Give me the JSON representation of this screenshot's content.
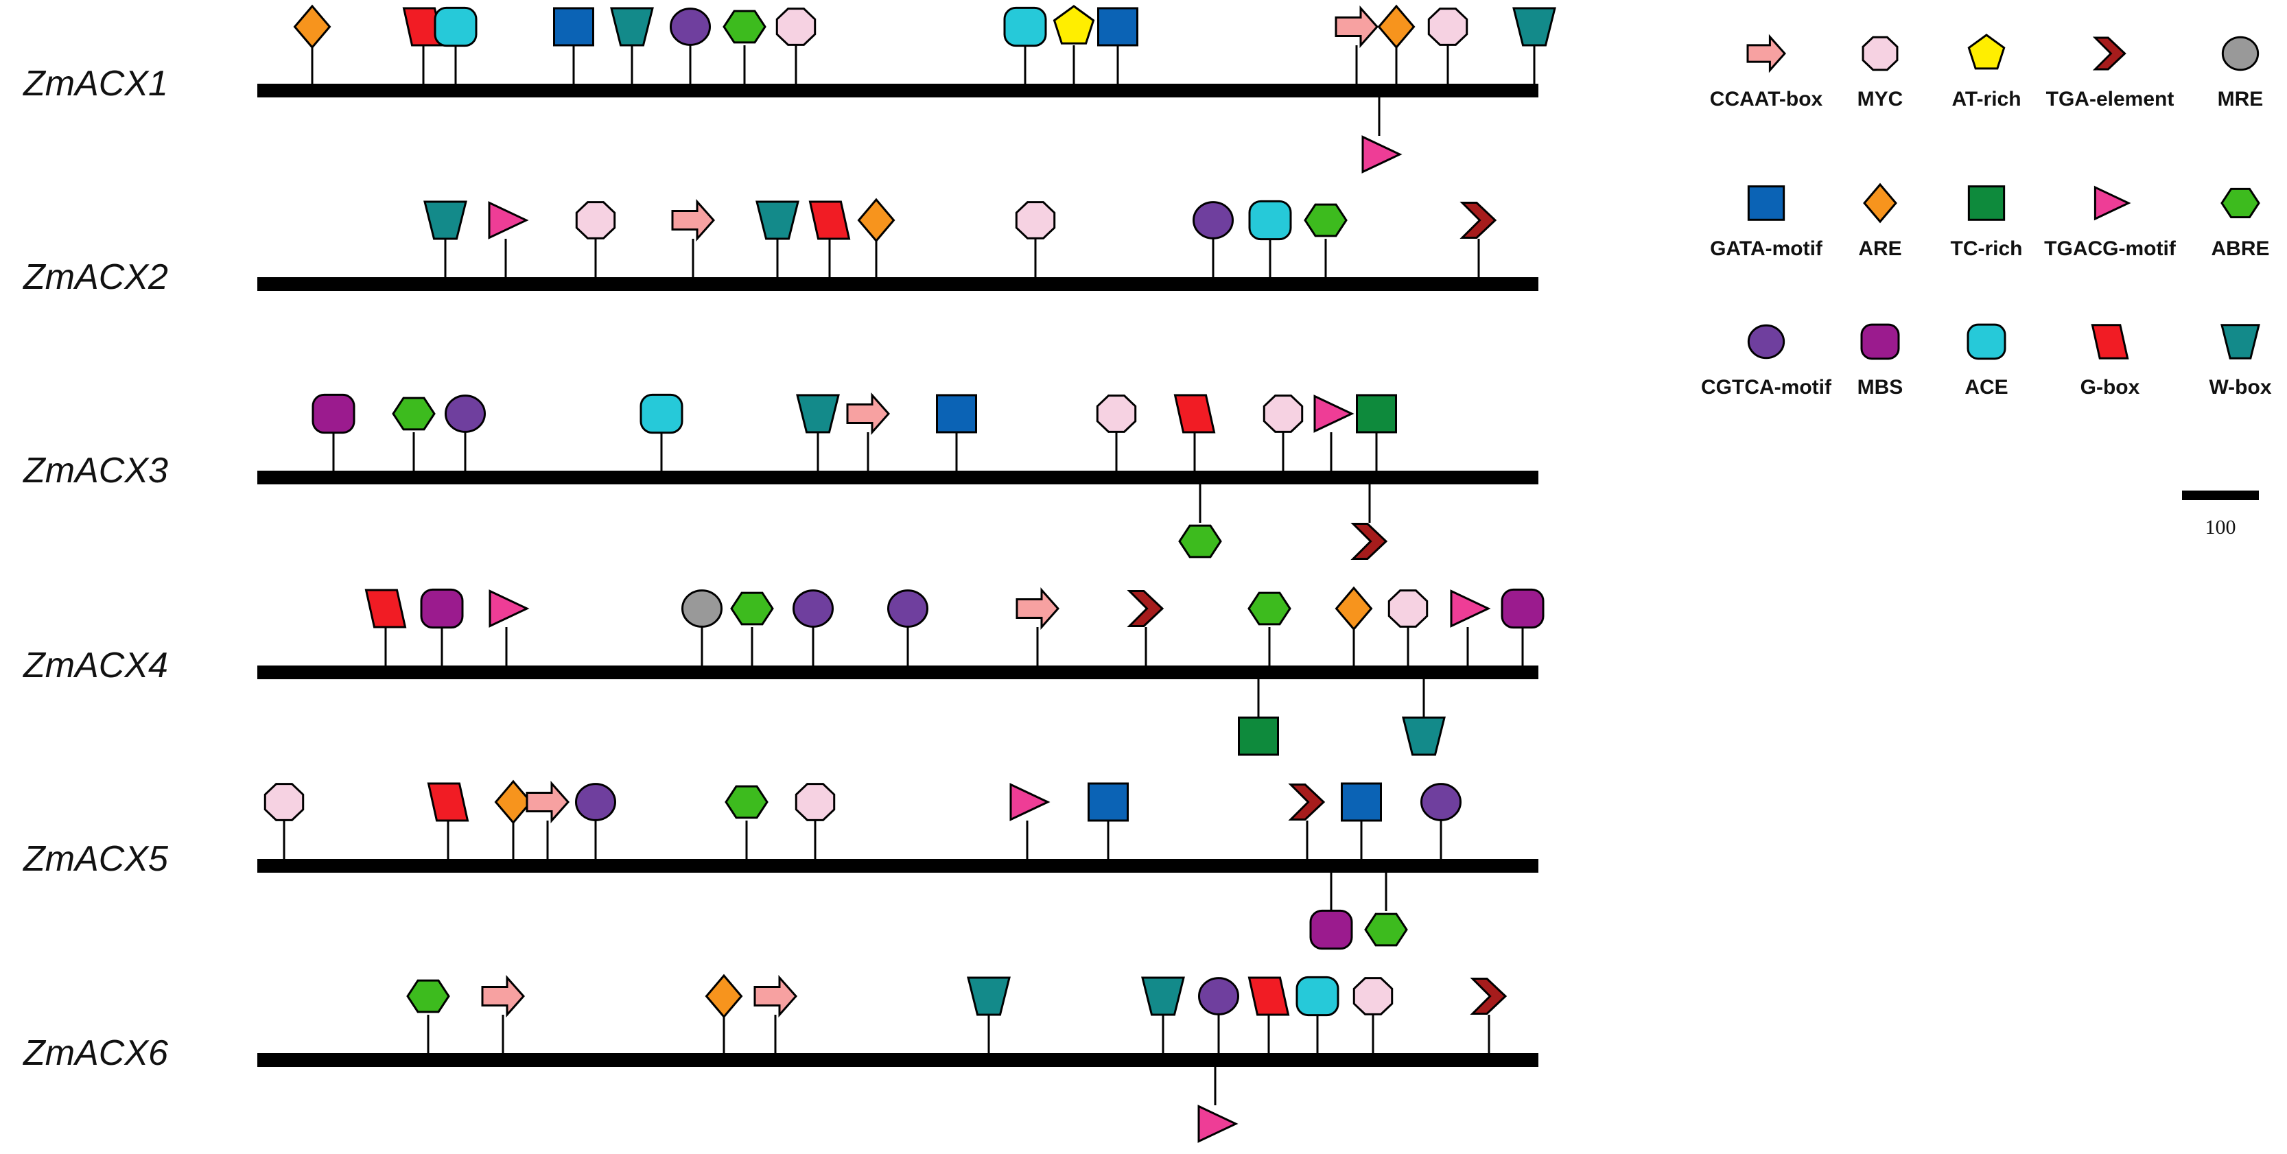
{
  "figure": {
    "genes": [
      {
        "name": "ZmACX1",
        "elements": [
          {
            "type": "ARE"
          },
          {
            "type": "G-box"
          },
          {
            "type": "ACE"
          },
          {
            "type": "GATA-motif"
          },
          {
            "type": "W-box"
          },
          {
            "type": "CGTCA-motif"
          },
          {
            "type": "ABRE"
          },
          {
            "type": "MYC"
          },
          {
            "type": "ACE"
          },
          {
            "type": "AT-rich"
          },
          {
            "type": "GATA-motif"
          },
          {
            "type": "CCAAT-box"
          },
          {
            "type": "ARE"
          },
          {
            "type": "MYC"
          },
          {
            "type": "W-box"
          },
          {
            "type": "TGACG-motif"
          }
        ]
      },
      {
        "name": "ZmACX2",
        "elements": [
          {
            "type": "W-box"
          },
          {
            "type": "TGACG-motif"
          },
          {
            "type": "MYC"
          },
          {
            "type": "CCAAT-box"
          },
          {
            "type": "W-box"
          },
          {
            "type": "G-box"
          },
          {
            "type": "ARE"
          },
          {
            "type": "MYC"
          },
          {
            "type": "CGTCA-motif"
          },
          {
            "type": "ACE"
          },
          {
            "type": "ABRE"
          },
          {
            "type": "TGA-element"
          }
        ]
      },
      {
        "name": "ZmACX3",
        "elements": [
          {
            "type": "MBS"
          },
          {
            "type": "ABRE"
          },
          {
            "type": "CGTCA-motif"
          },
          {
            "type": "ACE"
          },
          {
            "type": "W-box"
          },
          {
            "type": "CCAAT-box"
          },
          {
            "type": "GATA-motif"
          },
          {
            "type": "MYC"
          },
          {
            "type": "G-box"
          },
          {
            "type": "MYC"
          },
          {
            "type": "TGACG-motif"
          },
          {
            "type": "TC-rich"
          },
          {
            "type": "ABRE"
          },
          {
            "type": "TGA-element"
          }
        ]
      },
      {
        "name": "ZmACX4",
        "elements": [
          {
            "type": "G-box"
          },
          {
            "type": "MBS"
          },
          {
            "type": "TGACG-motif"
          },
          {
            "type": "MRE"
          },
          {
            "type": "ABRE"
          },
          {
            "type": "CGTCA-motif"
          },
          {
            "type": "CGTCA-motif"
          },
          {
            "type": "CCAAT-box"
          },
          {
            "type": "TGA-element"
          },
          {
            "type": "ABRE"
          },
          {
            "type": "ARE"
          },
          {
            "type": "MYC"
          },
          {
            "type": "TGACG-motif"
          },
          {
            "type": "MBS"
          },
          {
            "type": "TC-rich"
          },
          {
            "type": "W-box"
          }
        ]
      },
      {
        "name": "ZmACX5",
        "elements": [
          {
            "type": "MYC"
          },
          {
            "type": "G-box"
          },
          {
            "type": "ARE"
          },
          {
            "type": "CCAAT-box"
          },
          {
            "type": "CGTCA-motif"
          },
          {
            "type": "ABRE"
          },
          {
            "type": "MYC"
          },
          {
            "type": "TGACG-motif"
          },
          {
            "type": "GATA-motif"
          },
          {
            "type": "TGA-element"
          },
          {
            "type": "GATA-motif"
          },
          {
            "type": "CGTCA-motif"
          },
          {
            "type": "MBS"
          },
          {
            "type": "ABRE"
          }
        ]
      },
      {
        "name": "ZmACX6",
        "elements": [
          {
            "type": "ABRE"
          },
          {
            "type": "CCAAT-box"
          },
          {
            "type": "ARE"
          },
          {
            "type": "CCAAT-box"
          },
          {
            "type": "W-box"
          },
          {
            "type": "W-box"
          },
          {
            "type": "CGTCA-motif"
          },
          {
            "type": "G-box"
          },
          {
            "type": "ACE"
          },
          {
            "type": "MYC"
          },
          {
            "type": "TGA-element"
          },
          {
            "type": "TGACG-motif"
          }
        ]
      }
    ],
    "legend": [
      {
        "label": "CCAAT-box",
        "type": "CCAAT-box"
      },
      {
        "label": "MYC",
        "type": "MYC"
      },
      {
        "label": "AT-rich",
        "type": "AT-rich"
      },
      {
        "label": "TGA-element",
        "type": "TGA-element"
      },
      {
        "label": "MRE",
        "type": "MRE"
      },
      {
        "label": "GATA-motif",
        "type": "GATA-motif"
      },
      {
        "label": "ARE",
        "type": "ARE"
      },
      {
        "label": "TC-rich",
        "type": "TC-rich"
      },
      {
        "label": "TGACG-motif",
        "type": "TGACG-motif"
      },
      {
        "label": "ABRE",
        "type": "ABRE"
      },
      {
        "label": "CGTCA-motif",
        "type": "CGTCA-motif"
      },
      {
        "label": "MBS",
        "type": "MBS"
      },
      {
        "label": "ACE",
        "type": "ACE"
      },
      {
        "label": "G-box",
        "type": "G-box"
      },
      {
        "label": "W-box",
        "type": "W-box"
      }
    ],
    "scale_bar": {
      "label": "100"
    },
    "colors": {
      "CCAAT-box": "#f7a1a1",
      "MYC": "#f6d2e2",
      "AT-rich": "#ffee00",
      "TGA-element": "#a61c1c",
      "MRE": "#999999",
      "GATA-motif": "#0b63b5",
      "ARE": "#f7941d",
      "TC-rich": "#0e8a3c",
      "TGACG-motif": "#ee3d96",
      "ABRE": "#3dbb1e",
      "CGTCA-motif": "#6f3f9e",
      "MBS": "#9b1b8e",
      "ACE": "#26c9d9",
      "G-box": "#f11c24",
      "W-box": "#138a8a"
    }
  }
}
